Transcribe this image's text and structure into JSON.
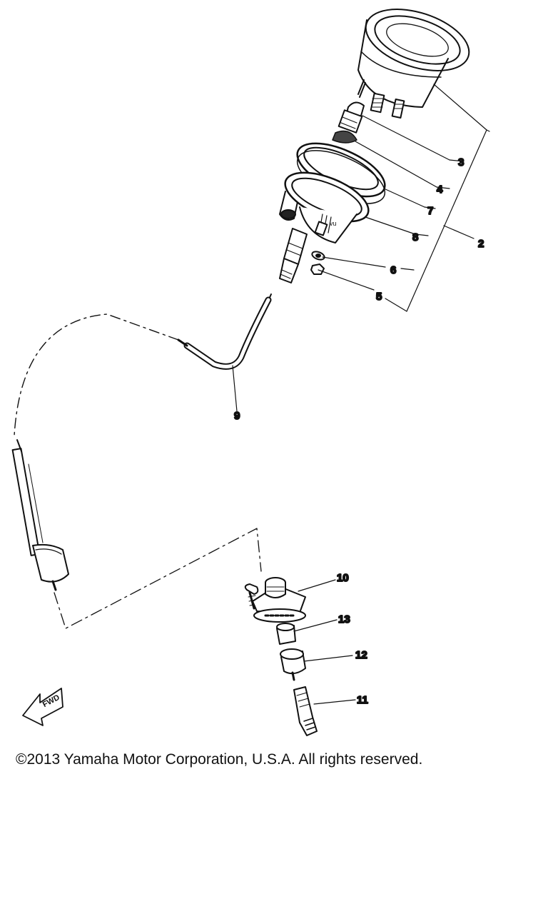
{
  "diagram": {
    "callouts": [
      "2",
      "3",
      "4",
      "5",
      "6",
      "7",
      "8",
      "9",
      "10",
      "11",
      "12",
      "13"
    ],
    "fwd_label": "FWD"
  },
  "footer": {
    "copyright": "©2013 Yamaha Motor Corporation, U.S.A. All rights reserved."
  }
}
